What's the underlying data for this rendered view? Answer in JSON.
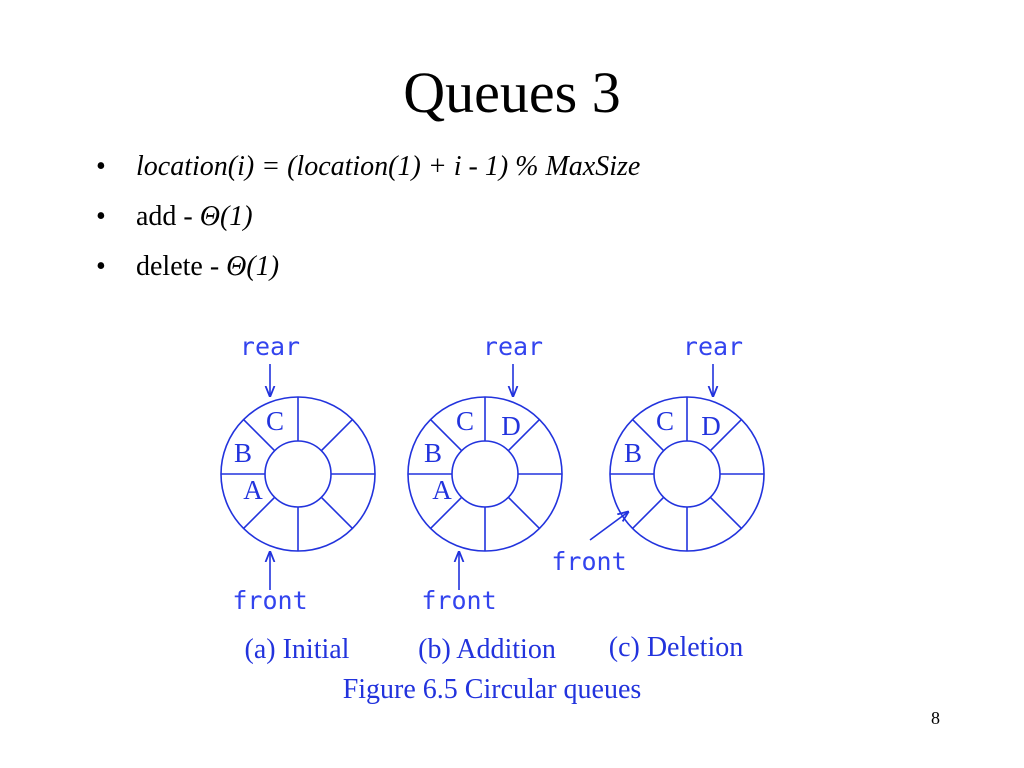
{
  "slide": {
    "title": "Queues 3",
    "page_number": "8"
  },
  "bullets": [
    {
      "bullet": "•",
      "segments": [
        {
          "text": "location(i) = (location(1) + i - 1) % MaxSize",
          "italic": true
        }
      ]
    },
    {
      "bullet": "•",
      "segments": [
        {
          "text": "add - ",
          "italic": false
        },
        {
          "text": "Θ(1)",
          "italic": true
        }
      ]
    },
    {
      "bullet": "•",
      "segments": [
        {
          "text": "delete - ",
          "italic": false
        },
        {
          "text": "Θ(1)",
          "italic": true
        }
      ]
    }
  ],
  "figure": {
    "color": "#2233dd",
    "caption": "Figure 6.5 Circular queues",
    "queues": [
      {
        "id": "a",
        "rear_label": "rear",
        "front_label": "front",
        "cells": [
          "C",
          "B",
          "A"
        ],
        "subcaption": "(a) Initial"
      },
      {
        "id": "b",
        "rear_label": "rear",
        "front_label": "front",
        "cells": [
          "C",
          "D",
          "B",
          "A"
        ],
        "subcaption": "(b) Addition"
      },
      {
        "id": "c",
        "rear_label": "rear",
        "front_label": "front",
        "cells": [
          "C",
          "D",
          "B"
        ],
        "subcaption": "(c) Deletion"
      }
    ]
  }
}
